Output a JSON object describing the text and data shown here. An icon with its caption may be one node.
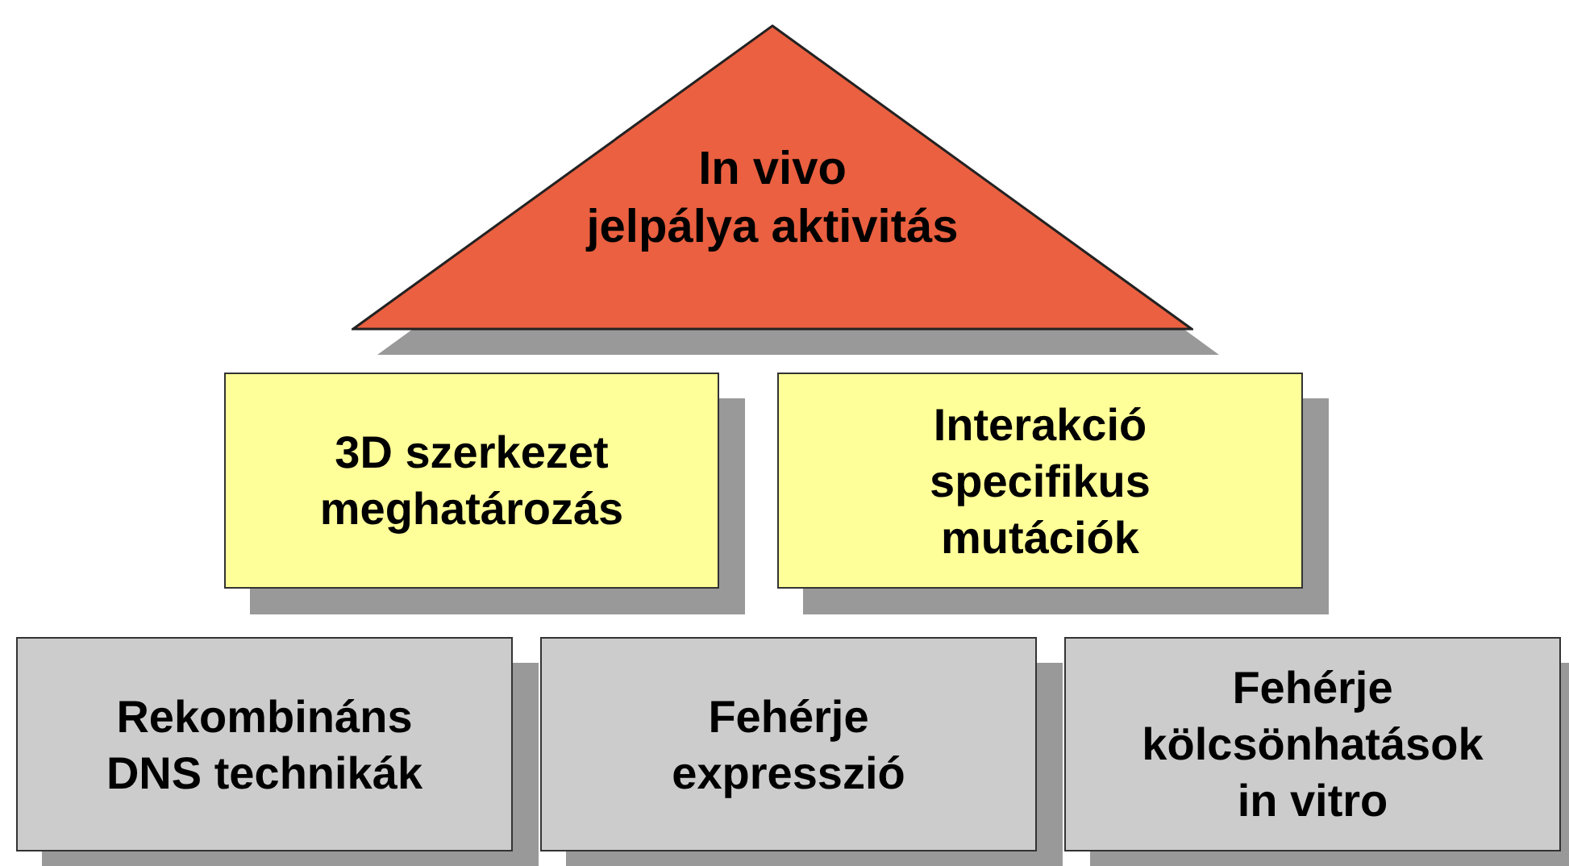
{
  "diagram": {
    "nodes": [
      {
        "text": [
          "In vivo jelpálya aktivitás"
        ]
      },
      {
        "text": [
          "3D szerkezet meghatározás"
        ]
      },
      {
        "text": [
          "Interakció specifikus mutációk"
        ]
      },
      {
        "text": [
          "Rekombináns DNS technikák"
        ]
      },
      {
        "text": [
          "Fehérje expresszió"
        ]
      },
      {
        "text": [
          "Fehérje kölcsönhatások in vitro"
        ]
      }
    ]
  }
}
